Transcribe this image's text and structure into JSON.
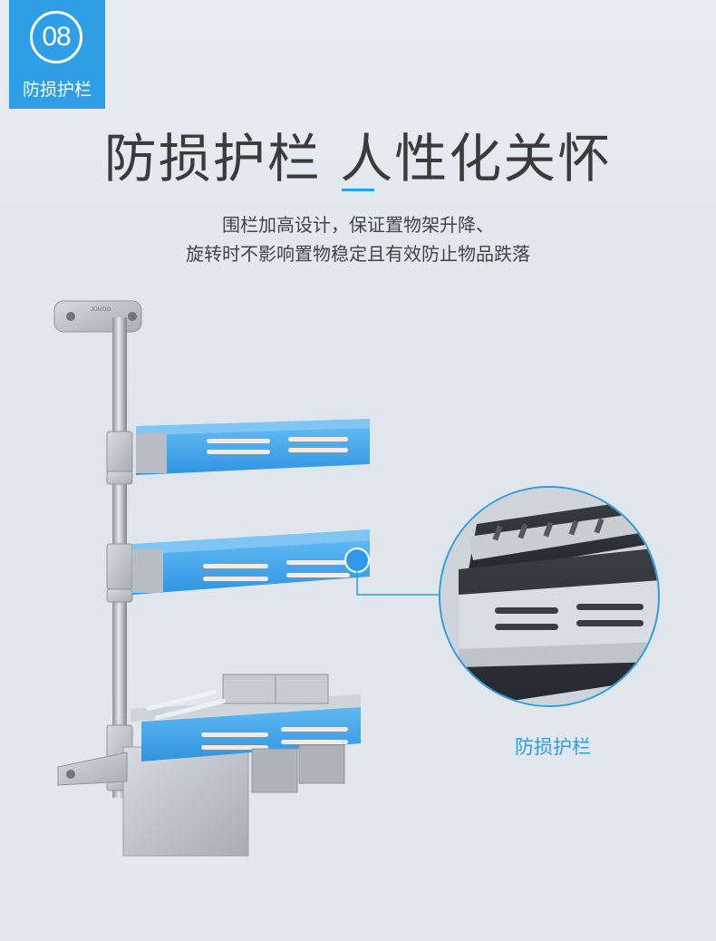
{
  "badge": {
    "number": "08",
    "label": "防损护栏"
  },
  "title": "防损护栏 人性化关怀",
  "description": {
    "line1": "围栏加高设计，保证置物架升降、",
    "line2": "旋转时不影响置物稳定且有效防止物品跌落"
  },
  "product": {
    "brand_mark": "JOMOO"
  },
  "callout": {
    "label": "防损护栏"
  },
  "colors": {
    "accent": "#2e9fe6",
    "guard_blue": "#3aa6ee",
    "steel": "#b9bec4"
  }
}
